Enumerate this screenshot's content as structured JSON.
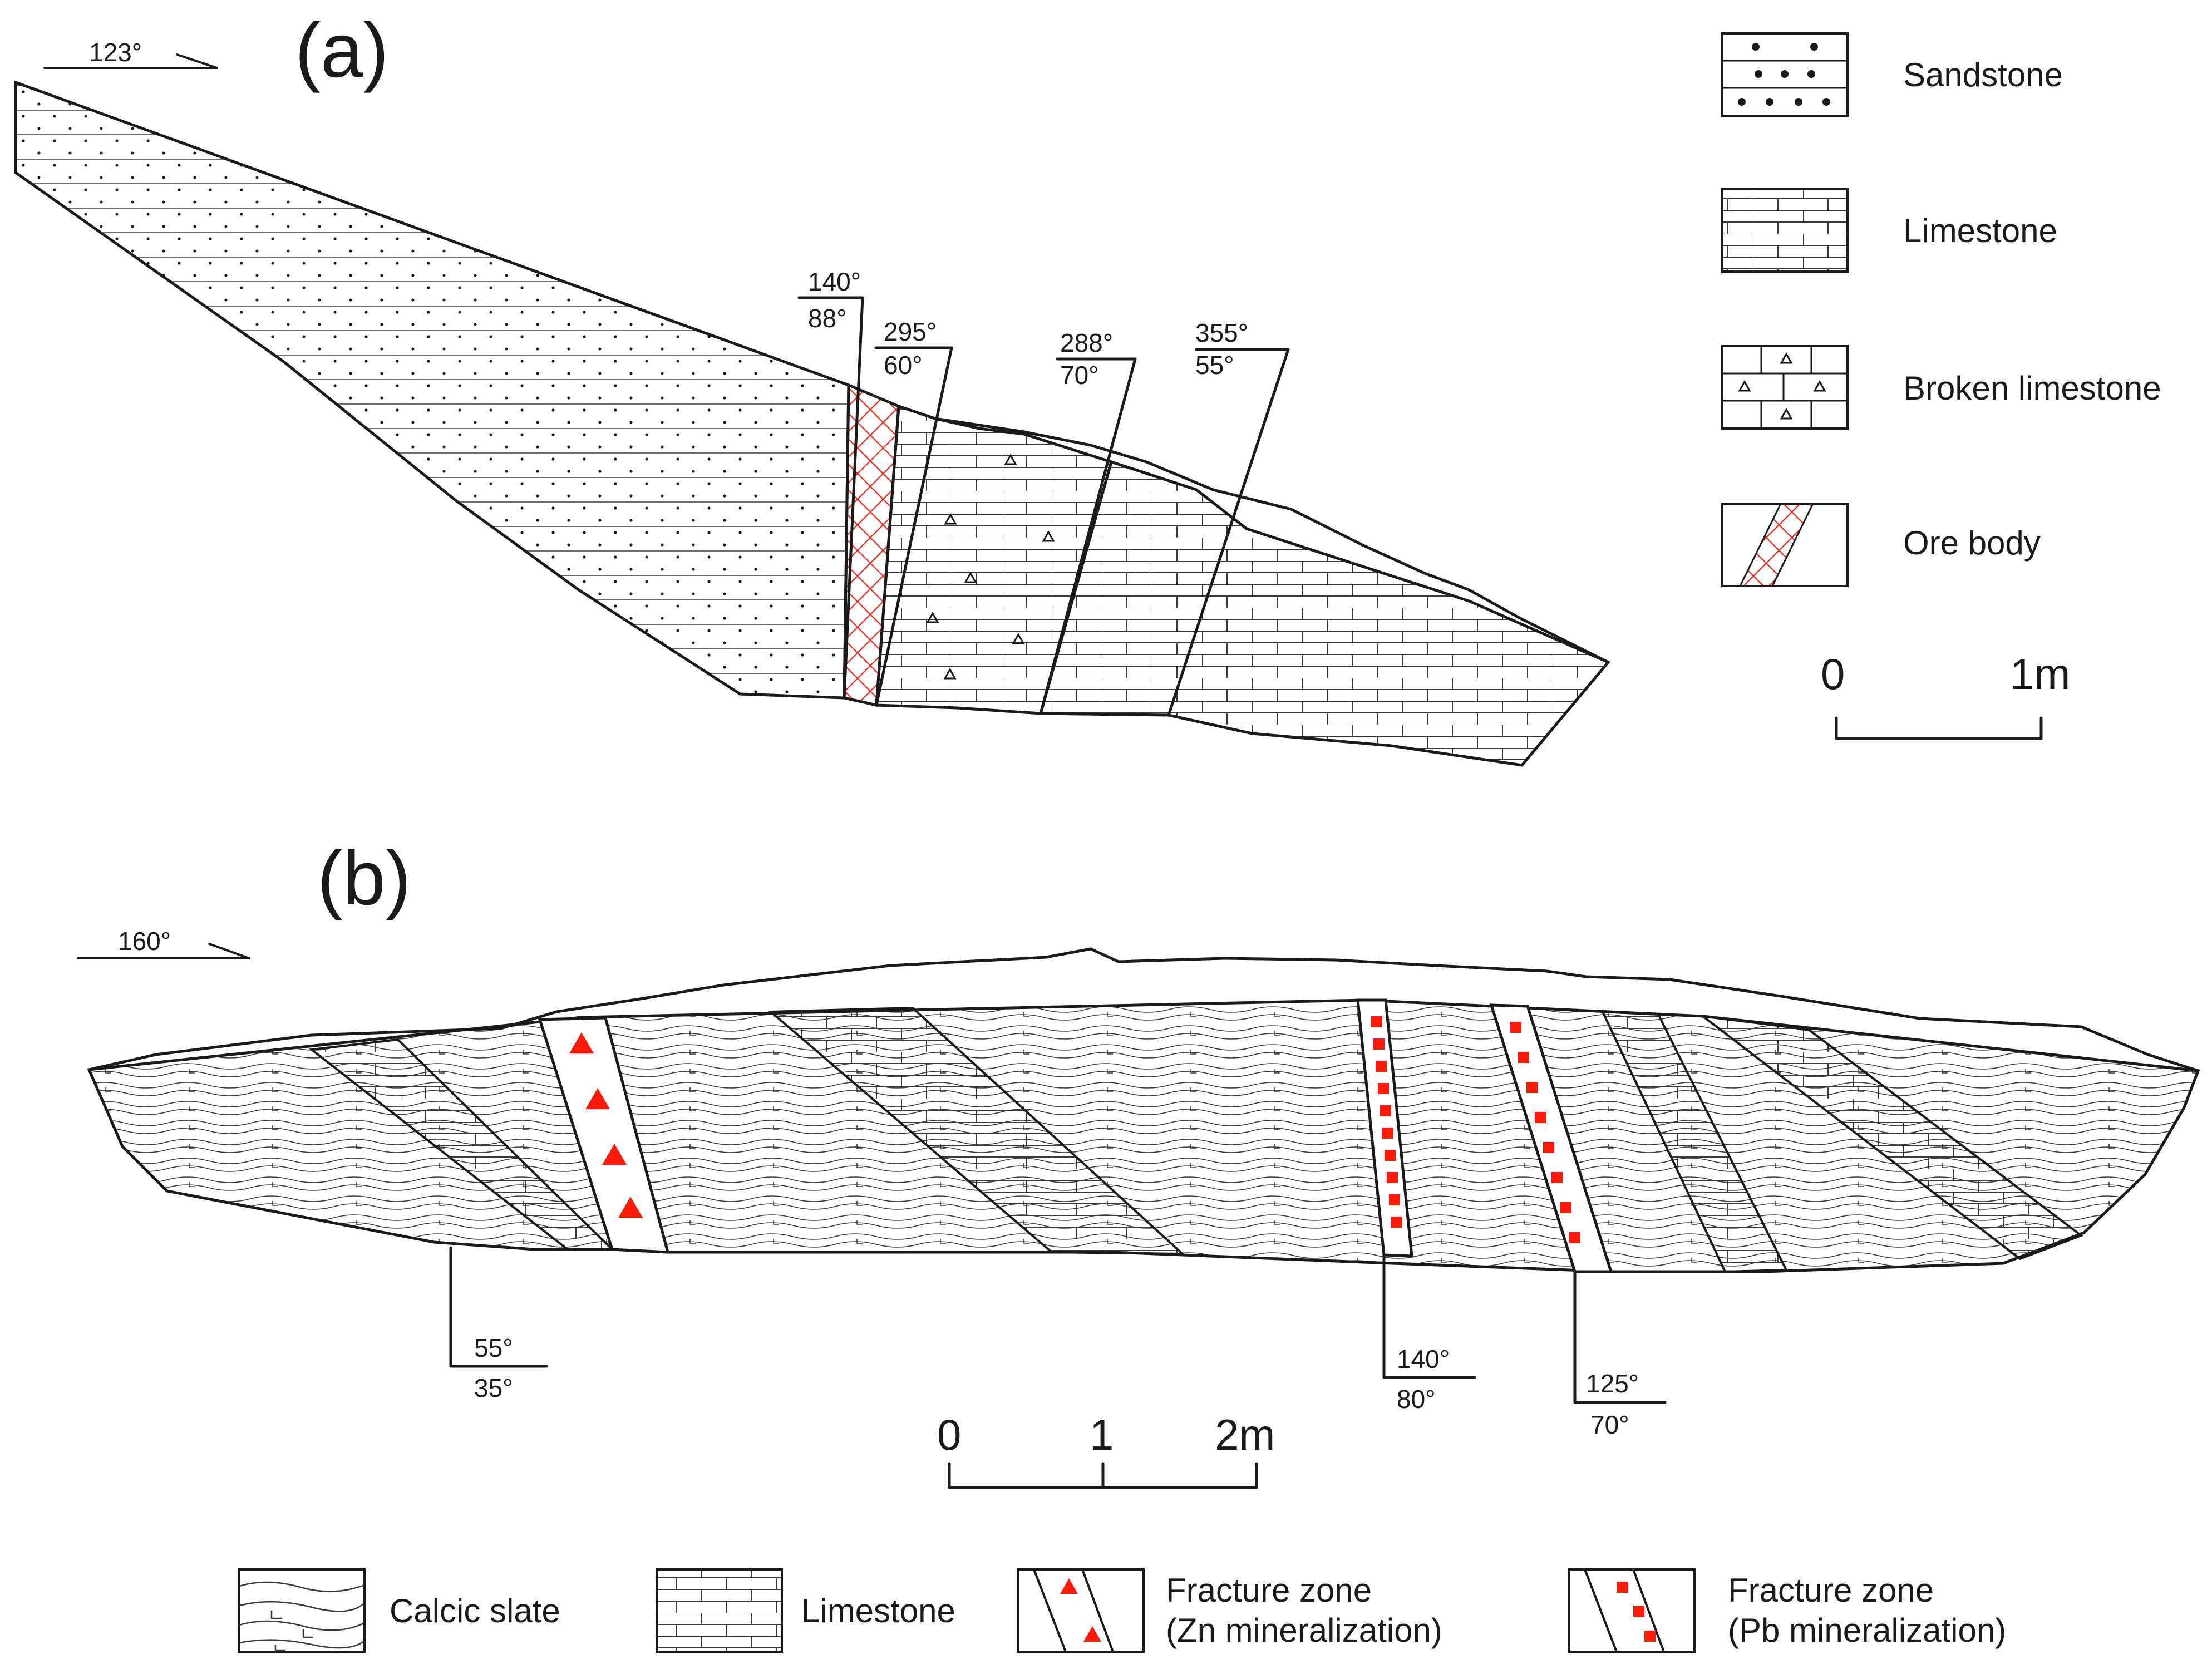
{
  "panel_a": {
    "label": "(a)",
    "direction": "123°",
    "attitudes": [
      {
        "strike": "140°",
        "dip": "88°"
      },
      {
        "strike": "295°",
        "dip": "60°"
      },
      {
        "strike": "288°",
        "dip": "70°"
      },
      {
        "strike": "355°",
        "dip": "55°"
      }
    ],
    "legend": [
      "Sandstone",
      "Limestone",
      "Broken limestone",
      "Ore body"
    ],
    "scale": {
      "start": "0",
      "end": "1m"
    }
  },
  "panel_b": {
    "label": "(b)",
    "direction": "160°",
    "attitudes": [
      {
        "strike": "55°",
        "dip": "35°"
      },
      {
        "strike": "140°",
        "dip": "80°"
      },
      {
        "strike": "125°",
        "dip": "70°"
      }
    ],
    "scale": {
      "start": "0",
      "mid": "1",
      "end": "2m"
    },
    "legend": [
      {
        "line1": "Calcic slate",
        "line2": ""
      },
      {
        "line1": "Limestone",
        "line2": ""
      },
      {
        "line1": "Fracture zone",
        "line2": "(Zn mineralization)"
      },
      {
        "line1": "Fracture zone",
        "line2": "(Pb mineralization)"
      }
    ]
  },
  "colors": {
    "ink": "#1a1a1a",
    "ore_red": "#e53a2e",
    "mineral_red": "#ff1a0a"
  }
}
